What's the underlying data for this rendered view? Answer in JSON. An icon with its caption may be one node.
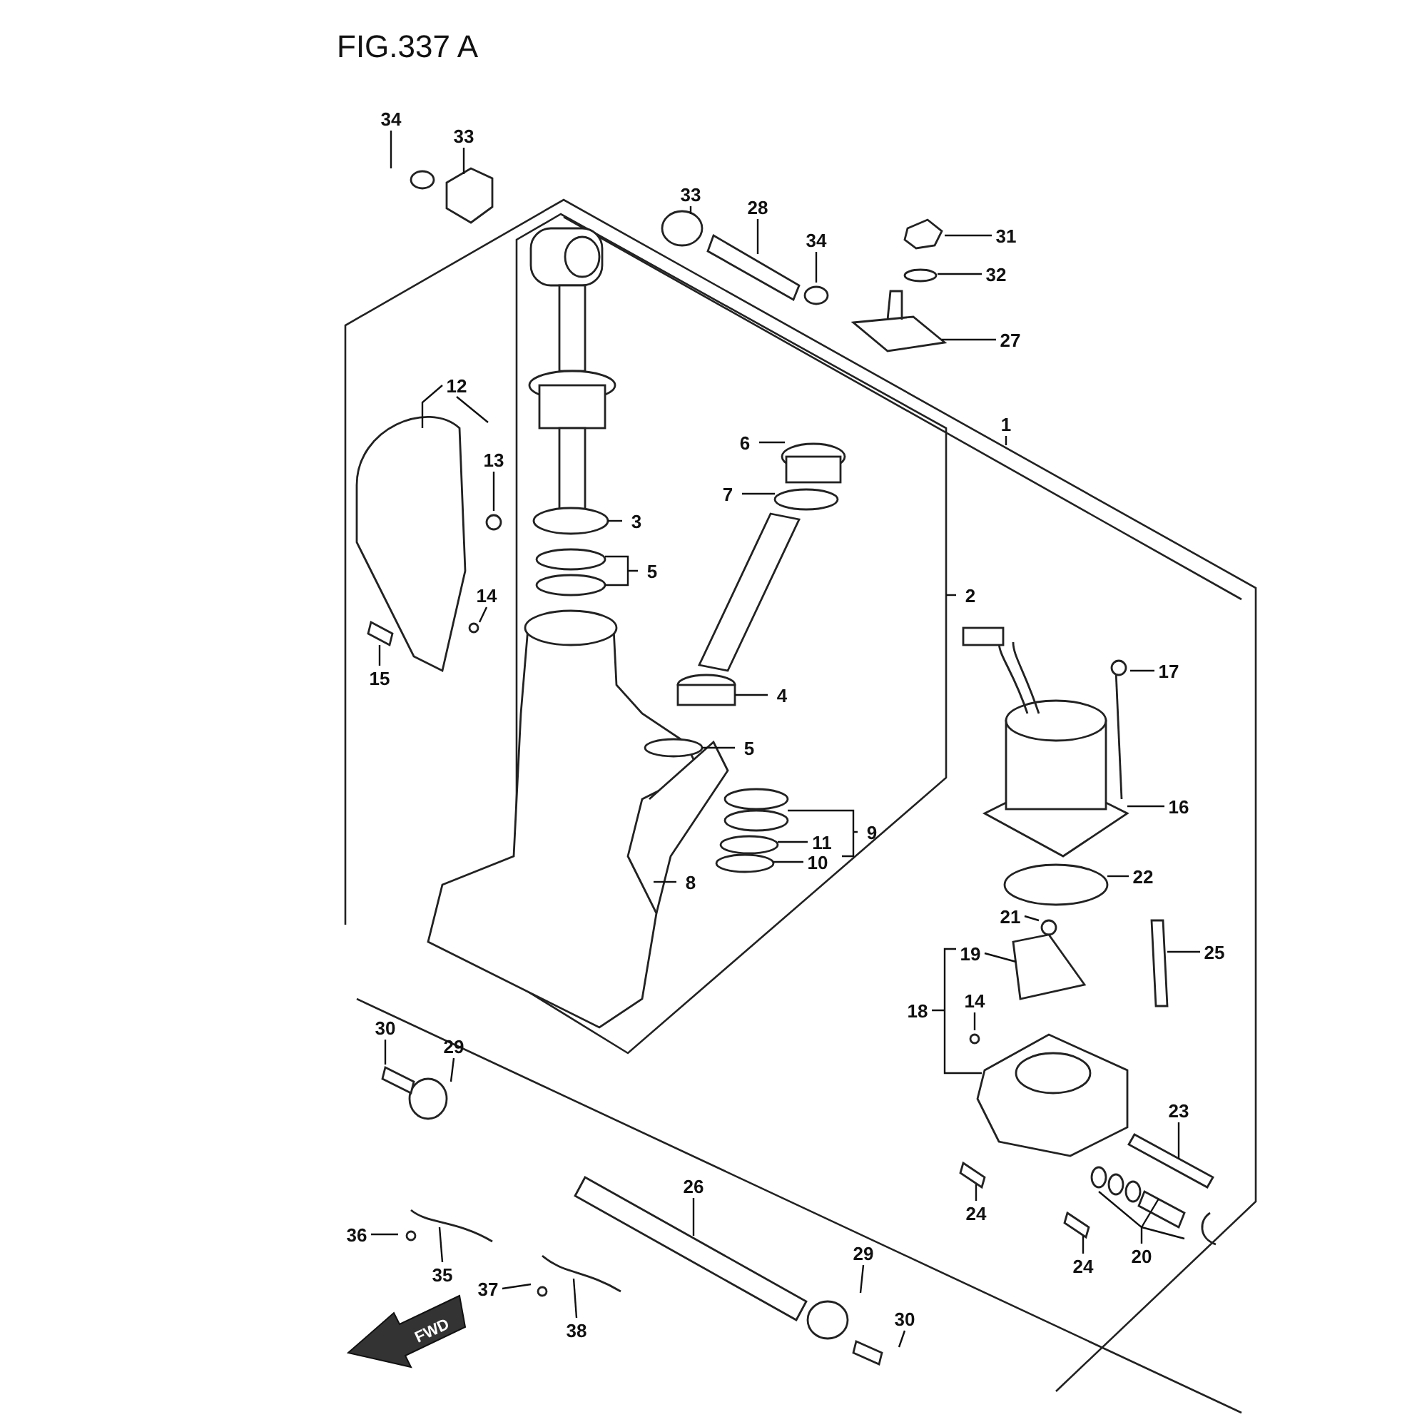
{
  "diagram": {
    "title": "FIG.337 A",
    "nodes": [
      {
        "text": [
          "34"
        ]
      },
      {
        "text": [
          "33"
        ]
      },
      {
        "text": [
          "33"
        ]
      },
      {
        "text": [
          "28"
        ]
      },
      {
        "text": [
          "31"
        ]
      },
      {
        "text": [
          "34"
        ]
      },
      {
        "text": [
          "32"
        ]
      },
      {
        "text": [
          "27"
        ]
      },
      {
        "text": [
          "12"
        ]
      },
      {
        "text": [
          "1"
        ]
      },
      {
        "text": [
          "6"
        ]
      },
      {
        "text": [
          "13"
        ]
      },
      {
        "text": [
          "7"
        ]
      },
      {
        "text": [
          "3"
        ]
      },
      {
        "text": [
          "5"
        ]
      },
      {
        "text": [
          "14"
        ]
      },
      {
        "text": [
          "2"
        ]
      },
      {
        "text": [
          "15"
        ]
      },
      {
        "text": [
          "17"
        ]
      },
      {
        "text": [
          "4"
        ]
      },
      {
        "text": [
          "5"
        ]
      },
      {
        "text": [
          "16"
        ]
      },
      {
        "text": [
          "9"
        ]
      },
      {
        "text": [
          "11"
        ]
      },
      {
        "text": [
          "10"
        ]
      },
      {
        "text": [
          "22"
        ]
      },
      {
        "text": [
          "8"
        ]
      },
      {
        "text": [
          "21"
        ]
      },
      {
        "text": [
          "19"
        ]
      },
      {
        "text": [
          "25"
        ]
      },
      {
        "text": [
          "14"
        ]
      },
      {
        "text": [
          "18"
        ]
      },
      {
        "text": [
          "30"
        ]
      },
      {
        "text": [
          "29"
        ]
      },
      {
        "text": [
          "23"
        ]
      },
      {
        "text": [
          "26"
        ]
      },
      {
        "text": [
          "24"
        ]
      },
      {
        "text": [
          "36"
        ]
      },
      {
        "text": [
          "20"
        ]
      },
      {
        "text": [
          "29"
        ]
      },
      {
        "text": [
          "24"
        ]
      },
      {
        "text": [
          "35"
        ]
      },
      {
        "text": [
          "37"
        ]
      },
      {
        "text": [
          "30"
        ]
      },
      {
        "text": [
          "38"
        ]
      }
    ],
    "edges": [
      {
        "from": 0,
        "to": null,
        "arrow": "none"
      },
      {
        "from": 1,
        "to": null,
        "arrow": "none"
      },
      {
        "from": 2,
        "to": null,
        "arrow": "none"
      },
      {
        "from": 3,
        "to": null,
        "arrow": "none"
      },
      {
        "from": 4,
        "to": null,
        "arrow": "none"
      },
      {
        "from": 5,
        "to": null,
        "arrow": "none"
      },
      {
        "from": 6,
        "to": null,
        "arrow": "none"
      },
      {
        "from": 7,
        "to": null,
        "arrow": "none"
      },
      {
        "from": 8,
        "to": null,
        "arrow": "none"
      },
      {
        "from": 9,
        "to": null,
        "arrow": "none"
      },
      {
        "from": 10,
        "to": null,
        "arrow": "none"
      },
      {
        "from": 11,
        "to": null,
        "arrow": "none"
      },
      {
        "from": 12,
        "to": null,
        "arrow": "none"
      },
      {
        "from": 13,
        "to": null,
        "arrow": "none"
      },
      {
        "from": 14,
        "to": null,
        "arrow": "none"
      },
      {
        "from": 15,
        "to": null,
        "arrow": "none"
      },
      {
        "from": 16,
        "to": null,
        "arrow": "none"
      },
      {
        "from": 17,
        "to": null,
        "arrow": "none"
      },
      {
        "from": 18,
        "to": null,
        "arrow": "none"
      },
      {
        "from": 19,
        "to": null,
        "arrow": "none"
      },
      {
        "from": 20,
        "to": null,
        "arrow": "none"
      },
      {
        "from": 21,
        "to": null,
        "arrow": "none"
      },
      {
        "from": 22,
        "to": null,
        "arrow": "none"
      },
      {
        "from": 23,
        "to": null,
        "arrow": "none"
      },
      {
        "from": 24,
        "to": null,
        "arrow": "none"
      },
      {
        "from": 25,
        "to": null,
        "arrow": "none"
      },
      {
        "from": 26,
        "to": null,
        "arrow": "none"
      },
      {
        "from": 27,
        "to": null,
        "arrow": "none"
      },
      {
        "from": 28,
        "to": null,
        "arrow": "none"
      },
      {
        "from": 29,
        "to": null,
        "arrow": "none"
      },
      {
        "from": 30,
        "to": null,
        "arrow": "none"
      },
      {
        "from": 31,
        "to": null,
        "arrow": "none"
      },
      {
        "from": 32,
        "to": null,
        "arrow": "none"
      },
      {
        "from": 33,
        "to": null,
        "arrow": "none"
      },
      {
        "from": 34,
        "to": null,
        "arrow": "none"
      },
      {
        "from": 35,
        "to": null,
        "arrow": "none"
      },
      {
        "from": 36,
        "to": null,
        "arrow": "none"
      },
      {
        "from": 37,
        "to": null,
        "arrow": "none"
      },
      {
        "from": 38,
        "to": null,
        "arrow": "none"
      },
      {
        "from": 39,
        "to": null,
        "arrow": "none"
      },
      {
        "from": 40,
        "to": null,
        "arrow": "none"
      },
      {
        "from": 41,
        "to": null,
        "arrow": "none"
      },
      {
        "from": 42,
        "to": null,
        "arrow": "none"
      },
      {
        "from": 43,
        "to": null,
        "arrow": "none"
      },
      {
        "from": 44,
        "to": null,
        "arrow": "none"
      }
    ],
    "labels": [
      "FWD"
    ]
  }
}
